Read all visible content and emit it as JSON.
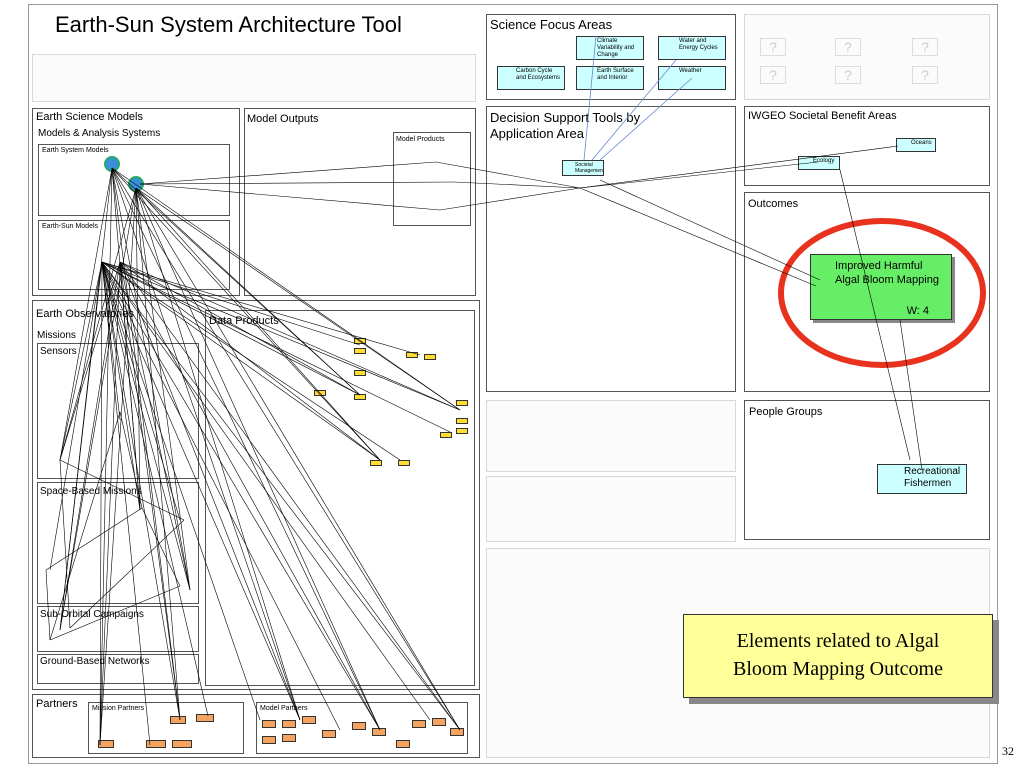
{
  "title": "Earth-Sun System Architecture Tool",
  "panels": {
    "science_focus": "Science Focus Areas",
    "earth_science_models": "Earth Science Models",
    "models_analysis": "Models & Analysis Systems",
    "earth_system_models": "Earth System Models",
    "earth_sun_models": "Earth-Sun Models",
    "model_outputs": "Model Outputs",
    "model_products": "Model Products",
    "decision_support": "Decision Support Tools by Application Area",
    "iwgeo": "IWGEO Societal Benefit Areas",
    "outcomes": "Outcomes",
    "people_groups": "People Groups",
    "earth_observatories": "Earth Observatories",
    "missions": "Missions",
    "sensors": "Sensors",
    "data_products": "Data Products",
    "space_based": "Space-Based Missions",
    "suborbital": "Sub-Orbital Campaigns",
    "ground_based": "Ground-Based Networks",
    "partners": "Partners",
    "mission_partners": "Mission Partners",
    "model_partners": "Model Partners"
  },
  "focus_nodes": [
    {
      "label": "Climate Variability and Change"
    },
    {
      "label": "Water and Energy Cycles"
    },
    {
      "label": "Carbon Cycle and Ecosystems"
    },
    {
      "label": "Earth Surface and Interior"
    },
    {
      "label": "Weather"
    }
  ],
  "dst_node": "Societal Management",
  "iwgeo_nodes": {
    "oceans": "Oceans",
    "ecology": "Ecology"
  },
  "outcome": {
    "label": "Improved Harmful Algal Bloom Mapping",
    "weight": "W: 4"
  },
  "people": {
    "label": "Recreational Fishermen"
  },
  "callout": {
    "line1": "Elements related to Algal",
    "line2": "Bloom Mapping Outcome"
  },
  "page_number": "32",
  "colors": {
    "outcome": "#66ee66",
    "ring": "#e8321e",
    "callout": "#ffff99",
    "focus": "#ccffff",
    "orange": "#f4a460",
    "yellow": "#ffdd33"
  }
}
